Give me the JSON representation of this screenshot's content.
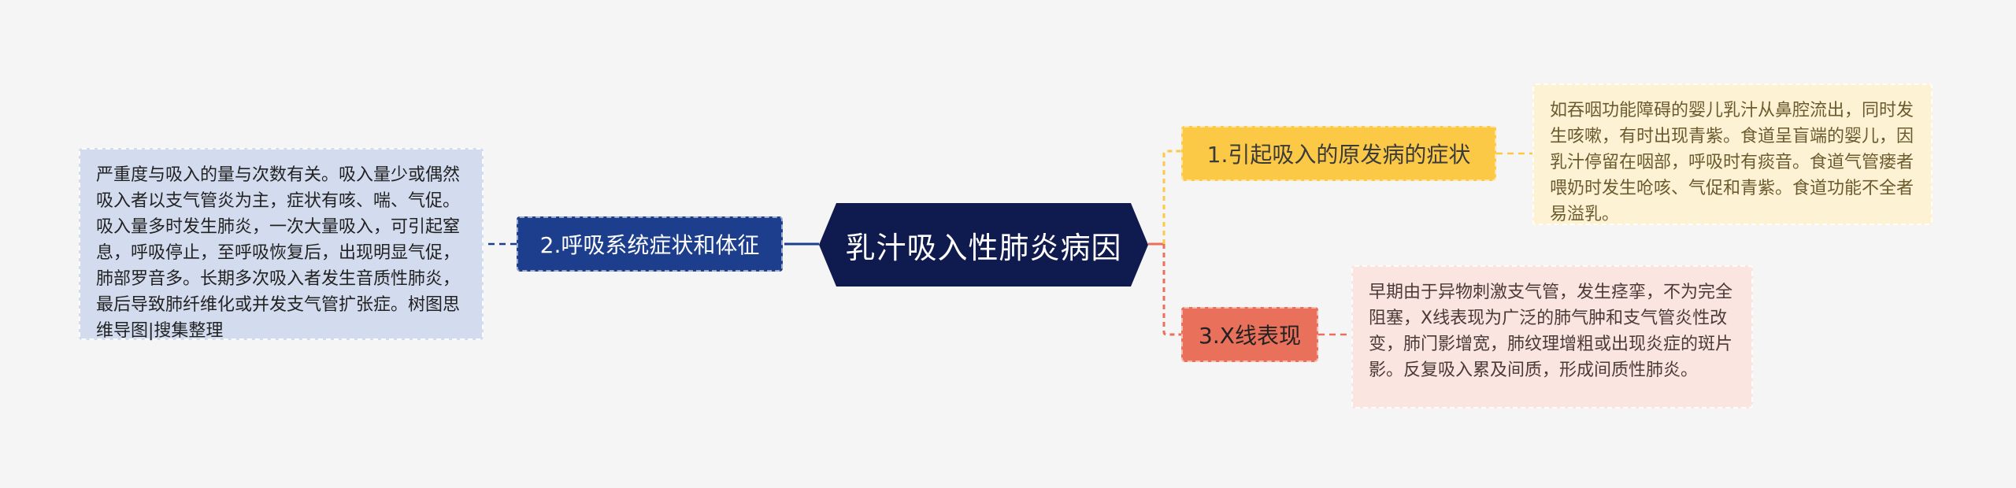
{
  "root": {
    "label": "乳汁吸入性肺炎病因"
  },
  "branches": [
    {
      "label": "1.引起吸入的原发病的症状",
      "detail": "如吞咽功能障碍的婴儿乳汁从鼻腔流出，同时发生咳嗽，有时出现青紫。食道呈盲端的婴儿，因乳汁停留在咽部，呼吸时有痰音。食道气管瘘者喂奶时发生呛咳、气促和青紫。食道功能不全者易溢乳。",
      "color": "#fcc947"
    },
    {
      "label": "2.呼吸系统症状和体征",
      "detail": "严重度与吸入的量与次数有关。吸入量少或偶然吸入者以支气管炎为主，症状有咳、喘、气促。吸入量多时发生肺炎，一次大量吸入，可引起窒息，呼吸停止，至呼吸恢复后，出现明显气促，肺部罗音多。长期多次吸入者发生音质性肺炎，最后导致肺纤维化或并发支气管扩张症。树图思维导图|搜集整理",
      "color": "#1d3e8c"
    },
    {
      "label": "3.X线表现",
      "detail": "早期由于异物刺激支气管，发生痉挛，不为完全阻塞，X线表现为广泛的肺气肿和支气管炎性改变，肺门影增宽，肺纹理增粗或出现炎症的斑片影。反复吸入累及间质，形成间质性肺炎。",
      "color": "#e9705a"
    }
  ],
  "colors": {
    "root": "#0f1a4e",
    "background": "#f5f5f5"
  }
}
